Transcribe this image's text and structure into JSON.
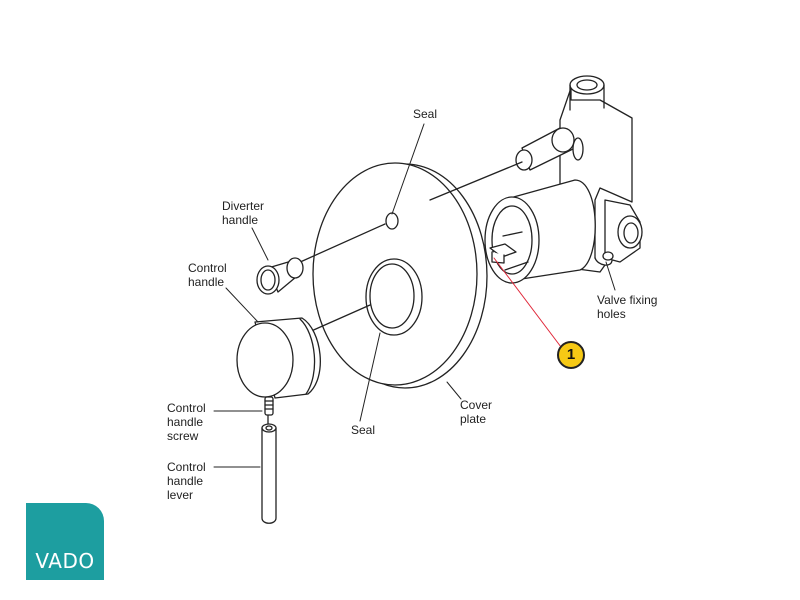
{
  "labels": {
    "seal_top": "Seal",
    "diverter_handle": "Diverter\nhandle",
    "control_handle": "Control\nhandle",
    "valve_fixing_holes": "Valve fixing\nholes",
    "cover_plate": "Cover\nplate",
    "seal_bottom": "Seal",
    "control_handle_screw": "Control\nhandle\nscrew",
    "control_handle_lever": "Control\nhandle\nlever"
  },
  "callout": {
    "number": "1"
  },
  "logo": {
    "text": "VADO"
  },
  "colors": {
    "logo": "#1d9ea0",
    "callout": "#f6c915",
    "callout_line": "#e0283a",
    "line": "#222222"
  }
}
